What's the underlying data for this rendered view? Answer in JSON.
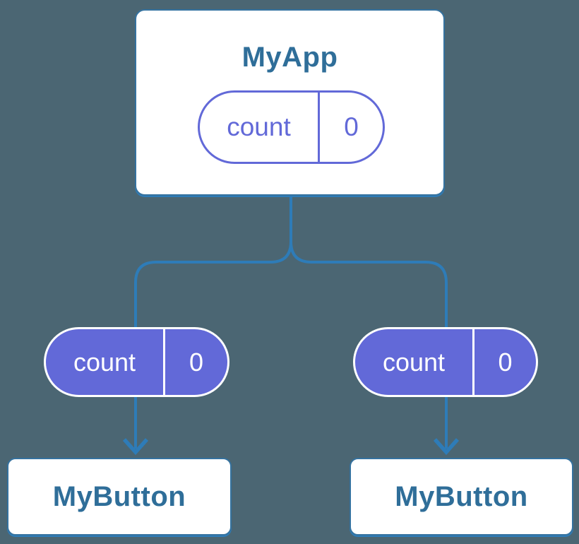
{
  "colors": {
    "background": "#4b6673",
    "connector_blue": "#2e7cb8",
    "card_border_blue": "#35729f",
    "card_background": "#ffffff",
    "node_text_blue": "#2f6e99",
    "pill_indigo": "#6269d8",
    "pill_text_on_indigo": "#ffffff"
  },
  "diagram": {
    "root": {
      "label": "MyApp",
      "state_pill": {
        "key": "count",
        "value": "0"
      }
    },
    "edges": [
      {
        "pill": {
          "key": "count",
          "value": "0"
        }
      },
      {
        "pill": {
          "key": "count",
          "value": "0"
        }
      }
    ],
    "children": [
      {
        "label": "MyButton"
      },
      {
        "label": "MyButton"
      }
    ]
  }
}
